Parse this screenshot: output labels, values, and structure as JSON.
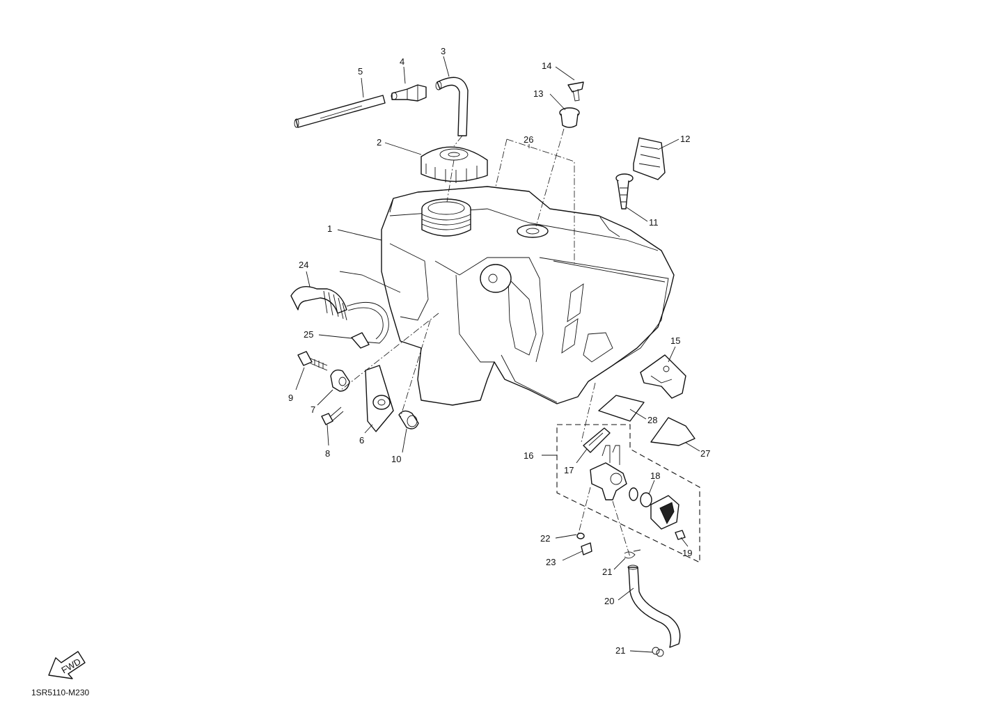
{
  "diagram": {
    "code": "1SR5110-M230",
    "fwd_label": "FWD",
    "callouts": [
      "1",
      "2",
      "3",
      "4",
      "5",
      "6",
      "7",
      "8",
      "9",
      "10",
      "11",
      "12",
      "13",
      "14",
      "15",
      "16",
      "17",
      "18",
      "19",
      "20",
      "21",
      "21",
      "22",
      "23",
      "24",
      "25",
      "26",
      "27",
      "28"
    ]
  }
}
